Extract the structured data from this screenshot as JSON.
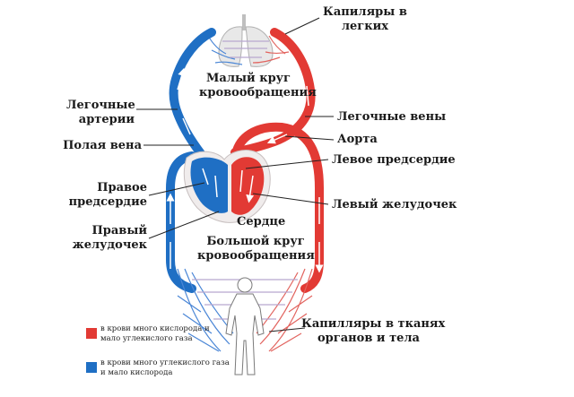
{
  "colors": {
    "oxygenated": "#e23a34",
    "deoxygenated": "#1f6fc4",
    "capillary_mix": "#b7a7cf",
    "leader": "#222222"
  },
  "labels": {
    "lung_capillaries": "Капиляры в\nлегких",
    "pulmonary_circuit": "Малый круг\nкровообращения",
    "pulmonary_arteries": "Легочные\nартерии",
    "pulmonary_veins": "Легочные вены",
    "aorta": "Аорта",
    "vena_cava": "Полая вена",
    "left_atrium": "Левое предсердие",
    "right_atrium": "Правое\nпредсердие",
    "left_ventricle": "Левый желудочек",
    "right_ventricle": "Правый\nжелудочек",
    "heart": "Сердце",
    "systemic_circuit": "Большой круг\nкровообращения",
    "tissue_capillaries": "Капилляры в тканях\nорганов и тела"
  },
  "legend": {
    "oxygen_rich": "в крови много кислорода и\nмало углекислого газа",
    "co2_rich": "в крови много углекислого газа\nи мало кислорода"
  },
  "icons": {
    "lungs": "lungs-icon",
    "heart": "heart-icon",
    "body": "human-body-icon"
  }
}
